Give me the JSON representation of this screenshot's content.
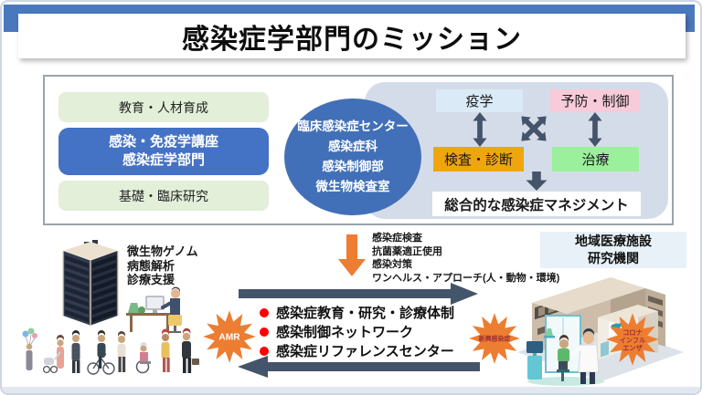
{
  "slide": {
    "title": "感染症学部門のミッション"
  },
  "top_diagram": {
    "education": "教育・人材育成",
    "dept_line1": "感染・免疫学講座",
    "dept_line2": "感染症学部門",
    "research": "基礎・臨床研究",
    "circle_line1": "臨床感染症センター",
    "circle_line2": "感染症科",
    "circle_line3": "感染制御部",
    "circle_line4": "微生物検査室",
    "epidemiology": "疫学",
    "prevention": "予防・制御",
    "diagnosis": "検査・診断",
    "treatment": "治療",
    "summary": "総合的な感染症マネジメント"
  },
  "bottom": {
    "hospital_functions": [
      "微生物ゲノム",
      "病態解析",
      "診療支援"
    ],
    "arrow_items": [
      "感染症検査",
      "抗菌薬適正使用",
      "感染対策",
      "ワンヘルス・アプローチ(人・動物・環境)"
    ],
    "bullets": [
      "感染症教育・研究・診療体制",
      "感染制御ネットワーク",
      "感染症リファレンスセンター"
    ],
    "amr_badge": "AMR",
    "emerging_badge": "新興感染症",
    "corona_badge_line1": "コロナ",
    "corona_badge_line2": "インフル",
    "corona_badge_line3": "エンザ",
    "regional_line1": "地域医療施設",
    "regional_line2": "研究機関"
  },
  "colors": {
    "header_blue": "#4a78bc",
    "box_blue": "#4472c4",
    "light_green": "#e3efd9",
    "panel_gray_blue": "#d5dce9",
    "epidemiology_blue": "#daeaf6",
    "prevention_pink": "#f7cbd9",
    "diagnosis_orange": "#f0a50e",
    "treatment_green": "#9bf09b",
    "arrow_slate": "#44546a",
    "accent_orange": "#ed7d31",
    "bullet_red": "#fe0000",
    "badge_text_red": "#a03030"
  }
}
